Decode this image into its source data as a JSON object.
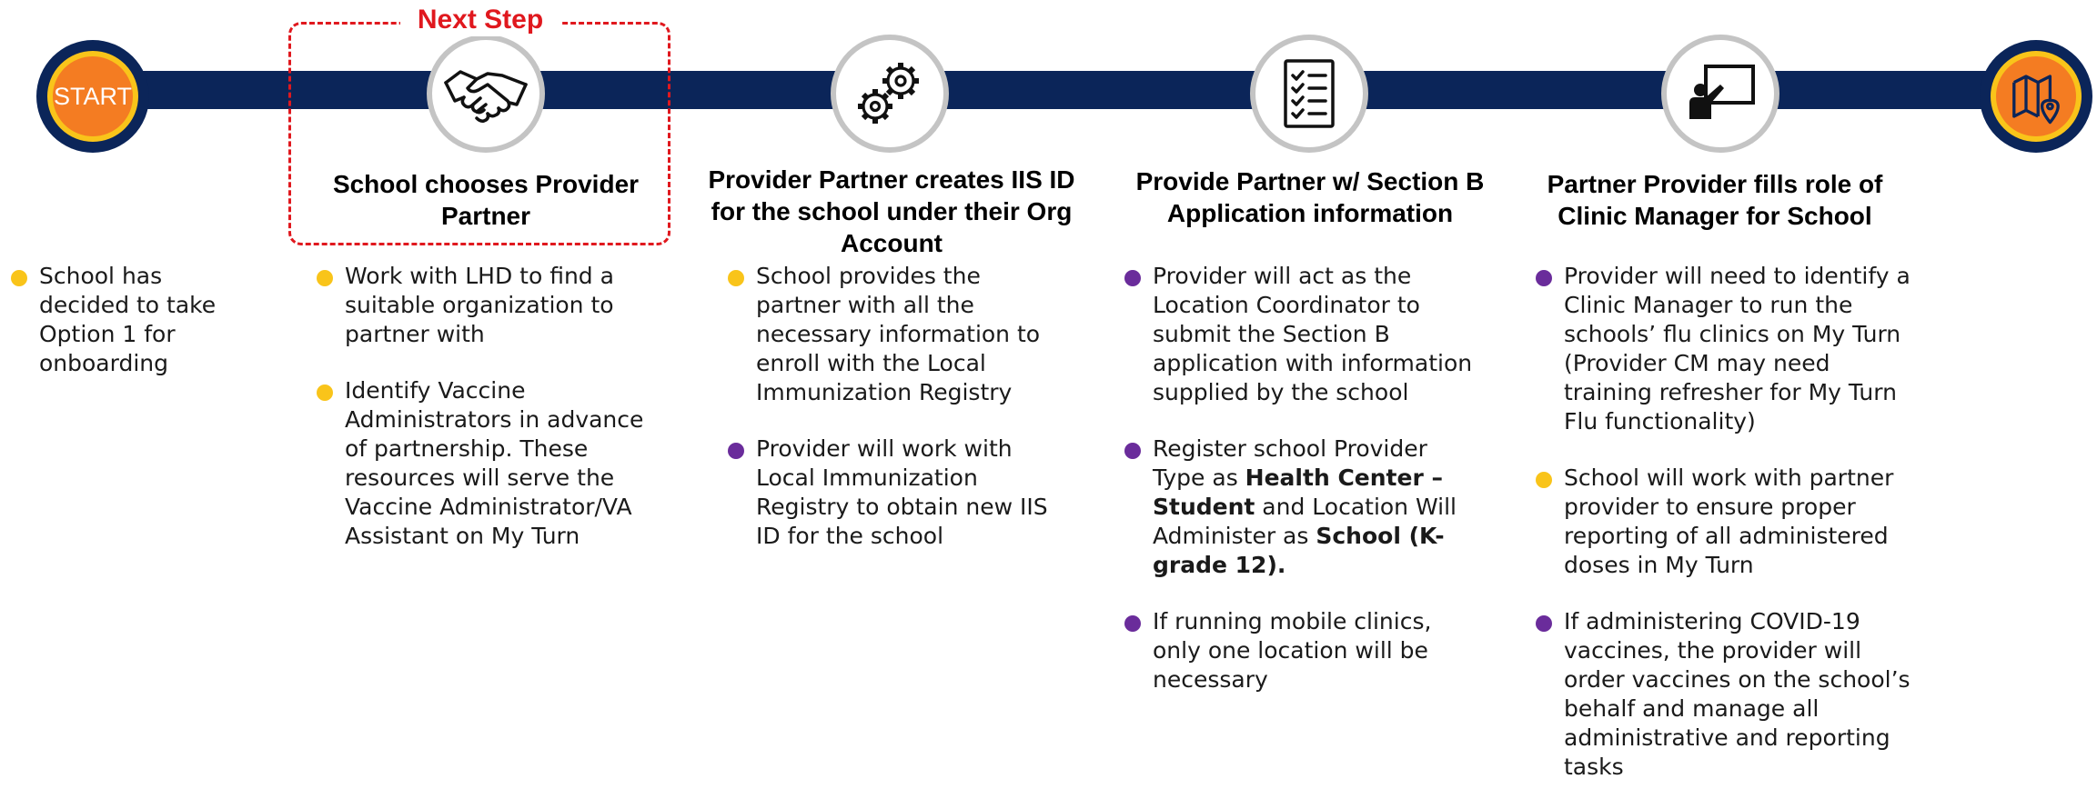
{
  "start_label": "START",
  "next_step_label": "Next Step",
  "colors": {
    "track": "#0b2559",
    "accent_orange": "#f47c22",
    "accent_yellow": "#f9c41a",
    "highlight_red": "#e0181e",
    "purple": "#6a2c9b"
  },
  "icons": [
    "handshake-icon",
    "gears-icon",
    "checklist-icon",
    "presentation-icon",
    "map-pin-icon"
  ],
  "steps": [
    {
      "title": "School chooses Provider Partner",
      "icon": "handshake-icon"
    },
    {
      "title": "Provider Partner creates IIS ID for the school under their Org Account",
      "icon": "gears-icon"
    },
    {
      "title": "Provide Partner w/ Section B Application information",
      "icon": "checklist-icon"
    },
    {
      "title": "Partner Provider fills role of Clinic Manager for School",
      "icon": "presentation-icon"
    }
  ],
  "columns": [
    {
      "bullets": [
        {
          "color": "yellow",
          "text": "School has decided to take Option 1 for onboarding"
        }
      ]
    },
    {
      "bullets": [
        {
          "color": "yellow",
          "text": "Work with LHD to find a suitable organization to partner with"
        },
        {
          "color": "yellow",
          "text": "Identify Vaccine Administrators in advance of partnership. These resources will serve the Vaccine Administrator/VA Assistant on My Turn"
        }
      ]
    },
    {
      "bullets": [
        {
          "color": "yellow",
          "text": "School provides the partner with all the necessary information to enroll with the Local Immunization Registry"
        },
        {
          "color": "purple",
          "text": "Provider will work with Local Immunization Registry to obtain new IIS ID for the school"
        }
      ]
    },
    {
      "bullets": [
        {
          "color": "purple",
          "text": "Provider will act as the Location Coordinator to submit the Section B application with information supplied by the school"
        },
        {
          "color": "purple",
          "text_pre": "Register school Provider Type as ",
          "text_bold1": "Health Center – Student",
          "text_mid": " and Location Will Administer as ",
          "text_bold2": "School (K-grade 12)."
        },
        {
          "color": "purple",
          "text": "If running mobile clinics, only one location will be necessary"
        }
      ]
    },
    {
      "bullets": [
        {
          "color": "purple",
          "text": "Provider will need to identify a Clinic Manager to run the schools’ flu clinics on My Turn (Provider CM may need training refresher for My Turn Flu functionality)"
        },
        {
          "color": "yellow",
          "text": "School will work with partner provider to ensure proper reporting of all administered doses in My Turn"
        },
        {
          "color": "purple",
          "text": "If administering COVID-19 vaccines, the provider will order vaccines on the school’s behalf and manage all administrative and reporting tasks"
        }
      ]
    }
  ]
}
